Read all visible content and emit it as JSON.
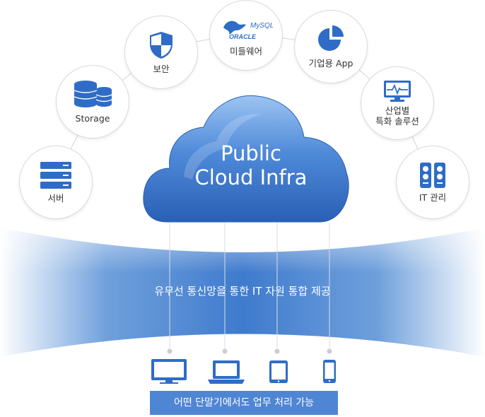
{
  "cloud": {
    "line1": "Public",
    "line2": "Cloud Infra"
  },
  "nodes": {
    "server": {
      "label": "서버",
      "icon": "server-rack-icon"
    },
    "storage": {
      "label": "Storage",
      "icon": "database-stack-icon"
    },
    "security": {
      "label": "보안",
      "icon": "shield-icon"
    },
    "middleware": {
      "label": "미들웨어",
      "icon": "mysql-oracle-logo-icon",
      "logo_text_1": "MySQL",
      "logo_text_2": "ORACLE"
    },
    "enterprise_app": {
      "label": "기업용  App",
      "icon": "pie-chart-icon"
    },
    "industry": {
      "label_line1": "산업별",
      "label_line2": "특화 솔루션",
      "icon": "monitor-pulse-icon"
    },
    "it_mgmt": {
      "label": "IT 관리",
      "icon": "server-tower-icon"
    }
  },
  "band": {
    "text": "유무선 통신망을 통한 IT 자원 통합 제공"
  },
  "devices": [
    "desktop-monitor-icon",
    "laptop-icon",
    "tablet-icon",
    "smartphone-icon"
  ],
  "footer": {
    "text": "어떤 단말기에서도 업무 처리 가능"
  },
  "colors": {
    "accent": "#2f6cc6",
    "cloud_top": "#8ab8ef",
    "cloud_bottom": "#2d62b8",
    "band": "#4a86d2",
    "footer": "#4f86d4"
  }
}
